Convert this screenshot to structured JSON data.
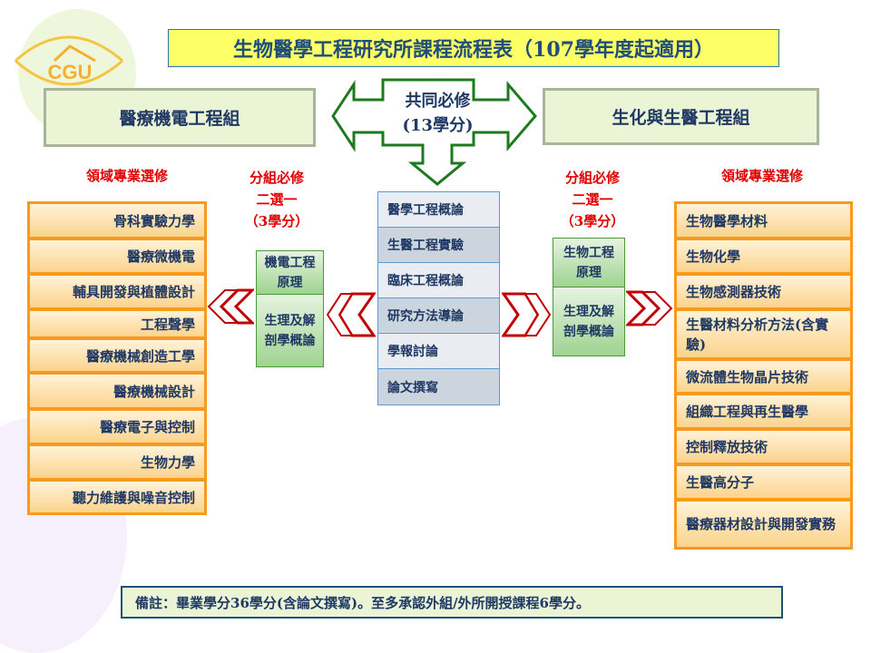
{
  "title": "生物醫學工程研究所課程流程表（107學年度起適用）",
  "logo_text": "CGU",
  "common": {
    "line1": "共同必修",
    "line2": "(13學分)"
  },
  "left_group": {
    "name": "醫療機電工程組",
    "elective_label": "領域專業選修",
    "required_label": [
      "分組必修",
      "二選一",
      "（3學分）"
    ],
    "electives": [
      "骨科實驗力學",
      "醫療微機電",
      "輔具開發與植體設計",
      "工程聲學",
      "醫療機械創造工學",
      "醫療機械設計",
      "醫療電子與控制",
      "生物力學",
      "聽力維護與噪音控制"
    ],
    "required": [
      "機電工程原理",
      "生理及解剖學概論"
    ]
  },
  "right_group": {
    "name": "生化與生醫工程組",
    "elective_label": "領域專業選修",
    "required_label": [
      "分組必修",
      "二選一",
      "（3學分）"
    ],
    "electives": [
      "生物醫學材料",
      "生物化學",
      "生物感測器技術",
      "生醫材料分析方法(含實驗)",
      "微流體生物晶片技術",
      "組織工程與再生醫學",
      "控制釋放技術",
      "生醫高分子",
      "醫療器材設計與開發實務"
    ],
    "required": [
      "生物工程原理",
      "生理及解剖學概論"
    ]
  },
  "core_courses": [
    "醫學工程概論",
    "生醫工程實驗",
    "臨床工程概論",
    "研究方法導論",
    "學報討論",
    "論文撰寫"
  ],
  "note": "備註：畢業學分36學分(含論文撰寫)。至多承認外組/外所開授課程6學分。"
}
